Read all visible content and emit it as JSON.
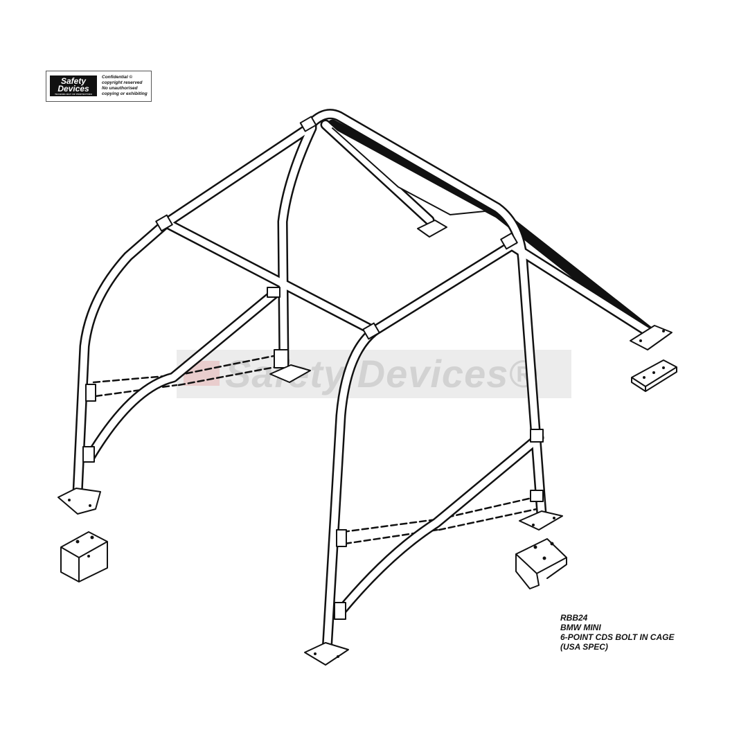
{
  "logo": {
    "brand_line1": "Safety",
    "brand_line2": "Devices",
    "tagline": "TECHNOLOGY OF PROTECTION",
    "notice": [
      "Confidential ©",
      "copyright reserved",
      "No unauthorised",
      "copying or exhibiting"
    ]
  },
  "watermark": {
    "text": "Safety Devices®"
  },
  "caption": {
    "code": "RBB24",
    "model": "BMW MINI",
    "description": "6-POINT CDS BOLT IN CAGE",
    "spec": "(USA SPEC)"
  }
}
